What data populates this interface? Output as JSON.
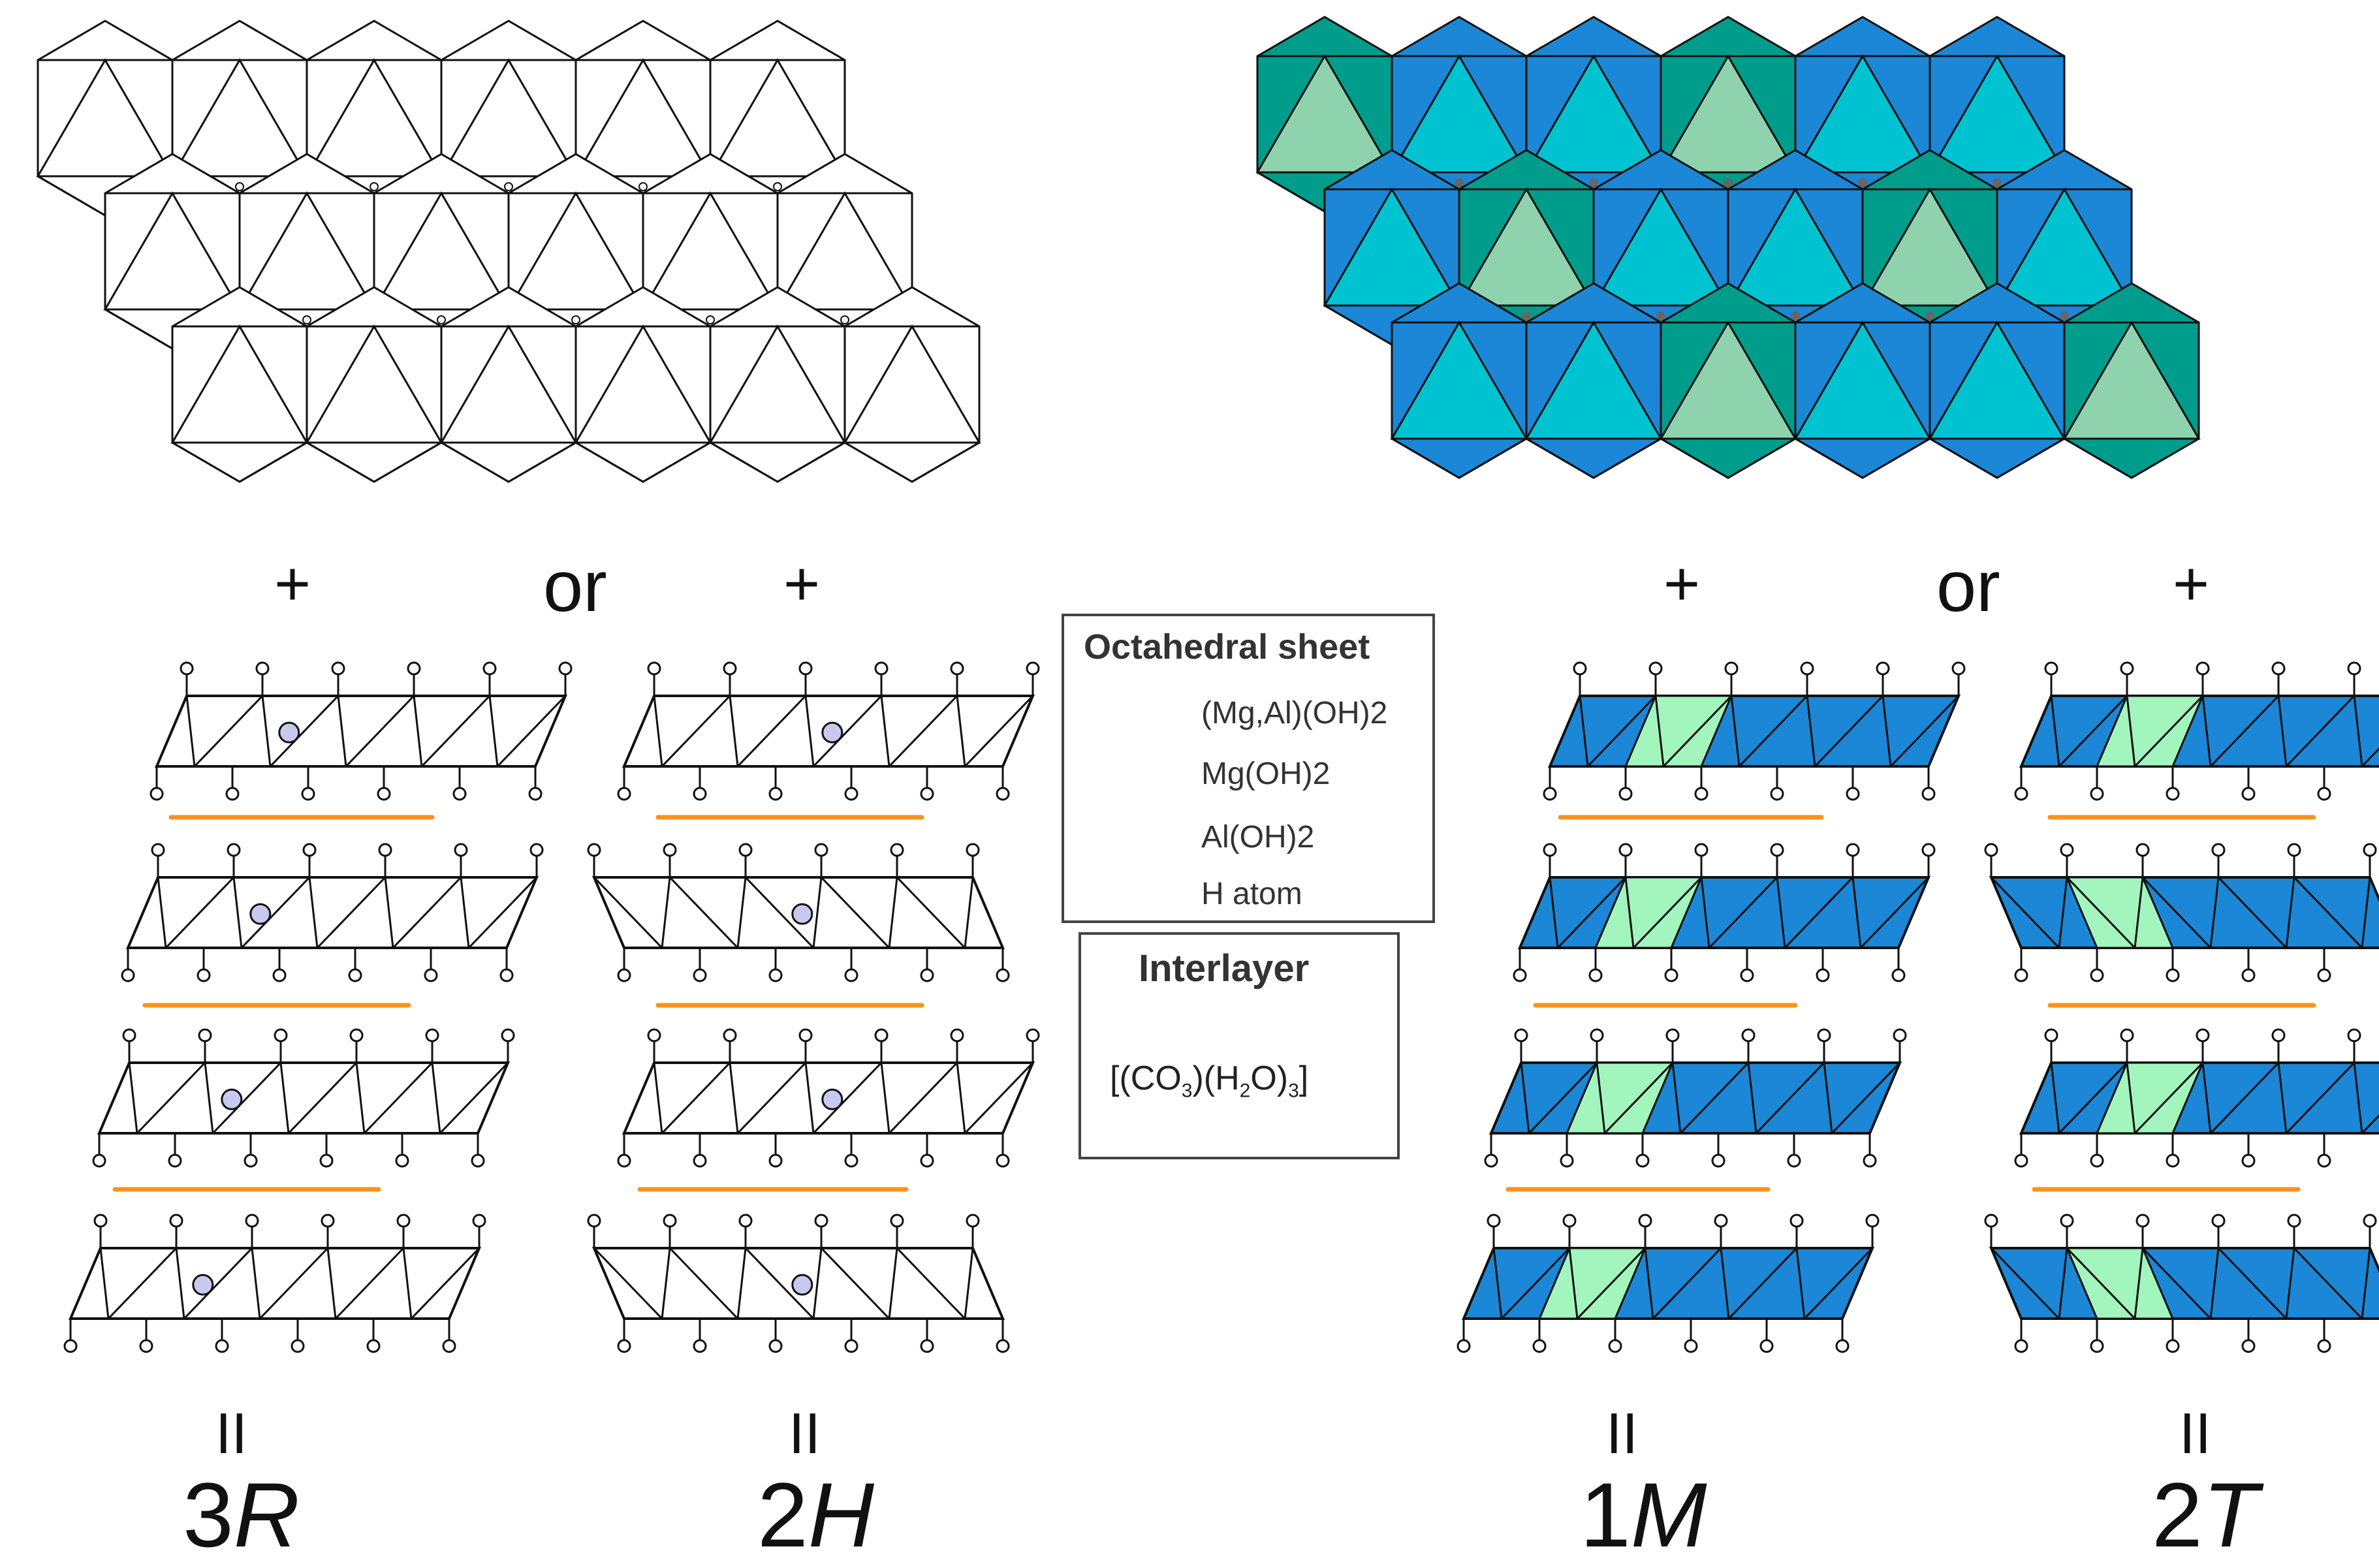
{
  "operators": {
    "plus": "+",
    "or": "or",
    "equals": "II"
  },
  "polytypes": [
    {
      "number": "3",
      "letter": "R",
      "style": "white"
    },
    {
      "number": "2",
      "letter": "H",
      "style": "white"
    },
    {
      "number": "1",
      "letter": "M",
      "style": "colored"
    },
    {
      "number": "2",
      "letter": "T",
      "style": "colored"
    }
  ],
  "legend": {
    "octahedral": {
      "title": "Octahedral sheet",
      "items": [
        {
          "label": "(Mg,Al)(OH)2",
          "icon": "white-octahedron-icon"
        },
        {
          "label": "Mg(OH)2",
          "icon": "mg-octahedron-icon"
        },
        {
          "label": "Al(OH)2",
          "icon": "al-octahedron-icon"
        },
        {
          "label": "H atom",
          "icon": "h-atom-icon"
        }
      ]
    },
    "interlayer": {
      "title": "Interlayer",
      "formula": "[(CO3)(H2O)3]"
    }
  },
  "colors": {
    "mg_dark": "#1B87D6",
    "mg_light": "#00C3D2",
    "al_dark": "#009C8C",
    "al_light": "#8FD3AE",
    "al_light_side": "#A2F5BD",
    "interlayer": "#F7941D",
    "h_circle": "#C8C8F0",
    "line": "#111111"
  }
}
